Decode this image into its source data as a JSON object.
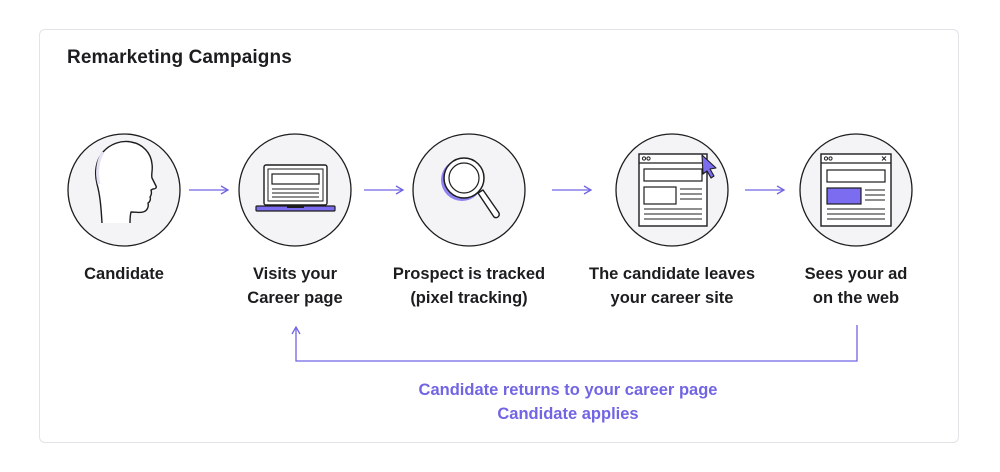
{
  "title": "Remarketing Campaigns",
  "steps": [
    {
      "line1": "Candidate",
      "line2": "",
      "icon": "head-silhouette-icon"
    },
    {
      "line1": "Visits your",
      "line2": "Career page",
      "icon": "laptop-icon"
    },
    {
      "line1": "Prospect is tracked",
      "line2": "(pixel tracking)",
      "icon": "magnifier-icon"
    },
    {
      "line1": "The candidate leaves",
      "line2": "your career site",
      "icon": "browser-window-cursor-icon"
    },
    {
      "line1": "Sees your ad",
      "line2": "on the web",
      "icon": "browser-window-ad-icon"
    }
  ],
  "loop": {
    "line1": "Candidate returns to your career page",
    "line2": "Candidate applies"
  },
  "colors": {
    "accent": "#7265e3",
    "ink": "#1d1d1f",
    "circle_fill": "#f4f4f6",
    "ad_fill": "#7b6cf0"
  }
}
